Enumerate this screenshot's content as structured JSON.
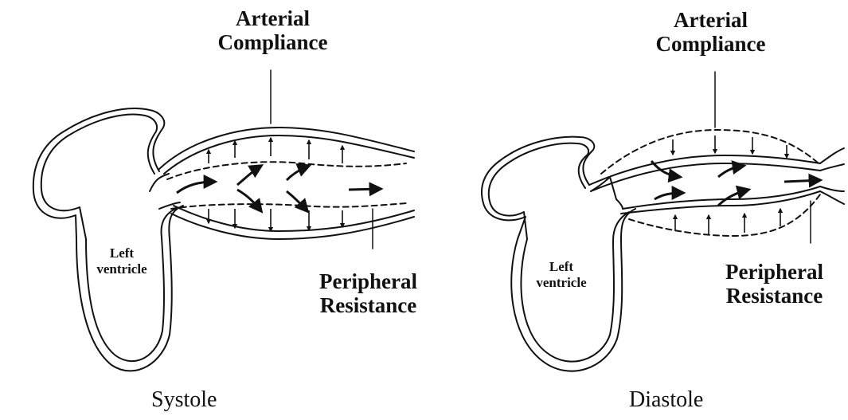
{
  "systole": {
    "compliance_label": "Arterial\nCompliance",
    "resistance_label": "Peripheral\nResistance",
    "ventricle_label": "Left\nventricle",
    "caption": "Systole"
  },
  "diastole": {
    "compliance_label": "Arterial\nCompliance",
    "resistance_label": "Peripheral\nResistance",
    "ventricle_label": "Left\nventricle",
    "caption": "Diastole"
  }
}
